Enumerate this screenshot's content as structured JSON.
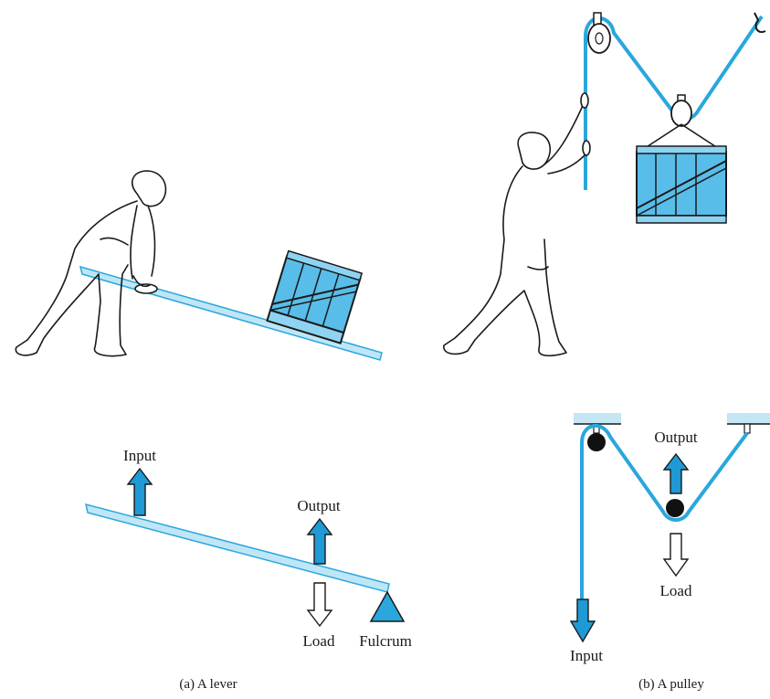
{
  "colors": {
    "rope": "#2aa7dc",
    "bar": "#bfe6f7",
    "crate_fill": "#59bde9",
    "crate_light": "#8fd3f2",
    "arrow_fill": "#1f9ad6",
    "ink": "#1a1a1a",
    "ceiling": "#c4e6f5",
    "pulley_wheel": "#111111"
  },
  "lever": {
    "input_label": "Input",
    "output_label": "Output",
    "load_label": "Load",
    "fulcrum_label": "Fulcrum",
    "caption": "(a) A lever"
  },
  "pulley": {
    "input_label": "Input",
    "output_label": "Output",
    "load_label": "Load",
    "caption": "(b) A pulley"
  },
  "icons": [
    "person-lever-icon",
    "person-pulley-icon",
    "crate-icon",
    "hook-icon",
    "fulcrum-icon"
  ]
}
